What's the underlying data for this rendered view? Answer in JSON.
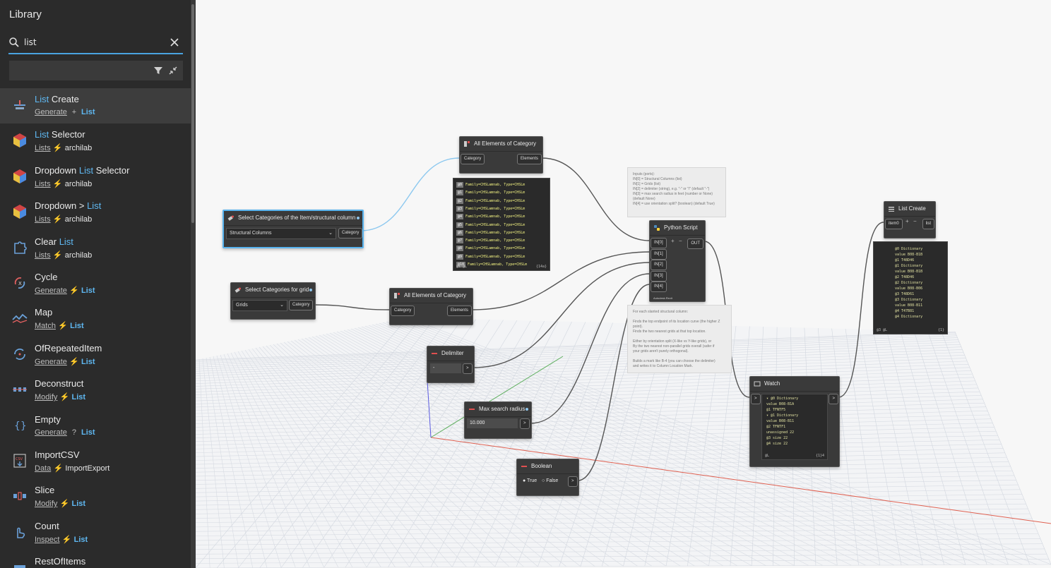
{
  "library": {
    "title": "Library",
    "search": {
      "value": "list"
    },
    "items": [
      {
        "name_hl": "List",
        "name_rest": " Create",
        "name_pre": "",
        "category": "Generate",
        "sep": "+",
        "sub": "List",
        "sub_hl": true,
        "icon": "list-create-icon",
        "selected": true
      },
      {
        "name_hl": "List",
        "name_rest": " Selector",
        "name_pre": "",
        "category": "Lists",
        "sep": "⚡",
        "sub": "archilab",
        "sub_hl": false,
        "icon": "package-cube-icon"
      },
      {
        "name_pre": "Dropdown ",
        "name_hl": "List",
        "name_rest": " Selector",
        "category": "Lists",
        "sep": "⚡",
        "sub": "archilab",
        "sub_hl": false,
        "icon": "package-cube-icon"
      },
      {
        "name_pre": "Dropdown > ",
        "name_hl": "List",
        "name_rest": "",
        "category": "Lists",
        "sep": "⚡",
        "sub": "archilab",
        "sub_hl": false,
        "icon": "package-cube-icon"
      },
      {
        "name_pre": "Clear ",
        "name_hl": "List",
        "name_rest": "",
        "category": "Lists",
        "sep": "⚡",
        "sub": "archilab",
        "sub_hl": false,
        "icon": "puzzle-icon"
      },
      {
        "name_pre": "Cycle",
        "name_hl": "",
        "name_rest": "",
        "category": "Generate",
        "sep": "⚡",
        "sub": "List",
        "sub_hl": true,
        "icon": "cycle-icon"
      },
      {
        "name_pre": "Map",
        "name_hl": "",
        "name_rest": "",
        "category": "Match",
        "sep": "⚡",
        "sub": "List",
        "sub_hl": true,
        "icon": "map-icon"
      },
      {
        "name_pre": "OfRepeatedItem",
        "name_hl": "",
        "name_rest": "",
        "category": "Generate",
        "sep": "⚡",
        "sub": "List",
        "sub_hl": true,
        "icon": "repeat-icon"
      },
      {
        "name_pre": "Deconstruct",
        "name_hl": "",
        "name_rest": "",
        "category": "Modify",
        "sep": "⚡",
        "sub": "List",
        "sub_hl": true,
        "icon": "deconstruct-icon"
      },
      {
        "name_pre": "Empty",
        "name_hl": "",
        "name_rest": "",
        "category": "Generate",
        "sep": "?",
        "sub": "List",
        "sub_hl": true,
        "icon": "empty-braces-icon"
      },
      {
        "name_pre": "ImportCSV",
        "name_hl": "",
        "name_rest": "",
        "category": "Data",
        "sep": "⚡",
        "sub": "ImportExport",
        "sub_hl": false,
        "icon": "csv-icon"
      },
      {
        "name_pre": "Slice",
        "name_hl": "",
        "name_rest": "",
        "category": "Modify",
        "sep": "⚡",
        "sub": "List",
        "sub_hl": true,
        "icon": "slice-icon"
      },
      {
        "name_pre": "Count",
        "name_hl": "",
        "name_rest": "",
        "category": "Inspect",
        "sep": "⚡",
        "sub": "List",
        "sub_hl": true,
        "icon": "count-hand-icon"
      },
      {
        "name_pre": "RestOfItems",
        "name_hl": "",
        "name_rest": "",
        "category": "",
        "sep": "",
        "sub": "",
        "sub_hl": false,
        "icon": "rest-icon"
      }
    ]
  },
  "nodes": {
    "sel_cat_items": {
      "title": "Select Categories of the Item/structural column",
      "value": "Structural Columns",
      "out": "Category"
    },
    "sel_cat_grids": {
      "title": "Select Categories for grid",
      "value": "Grids",
      "out": "Category"
    },
    "all_elem_1": {
      "title": "All Elements of Category",
      "in": "Category",
      "out": "Elements"
    },
    "all_elem_2": {
      "title": "All Elements of Category",
      "in": "Category",
      "out": "Elements"
    },
    "delimiter": {
      "title": "Delimiter",
      "value": "-",
      "out": ">"
    },
    "max_radius": {
      "title": "Max search radius",
      "value": "10.000",
      "out": ">"
    },
    "boolean": {
      "title": "Boolean",
      "true_label": "True",
      "false_label": "False",
      "out": ">"
    },
    "python": {
      "title": "Python Script",
      "inputs": [
        "IN[0]",
        "IN[1]",
        "IN[2]",
        "IN[3]",
        "IN[4]"
      ],
      "out": "OUT",
      "plus": "+",
      "minus": "−",
      "footer": "Autodesk.Revit"
    },
    "watch": {
      "title": "Watch",
      "in": ">",
      "out": ">"
    },
    "list_create": {
      "title": "List Create",
      "in": "item0",
      "out": "list",
      "plus": "+",
      "minus": "−"
    }
  },
  "preview_elements": {
    "rows": [
      {
        "idx": "@0",
        "val": "Family=CHSLamnab, Type=CHSLm"
      },
      {
        "idx": "@1",
        "val": "Family=CHSLamnab, Type=CHSLm"
      },
      {
        "idx": "@2",
        "val": "Family=CHSLamnab, Type=CHSLm"
      },
      {
        "idx": "@3",
        "val": "Family=CHSLamnab, Type=CHSLm"
      },
      {
        "idx": "@4",
        "val": "Family=CHSLamnab, Type=CHSLm"
      },
      {
        "idx": "@5",
        "val": "Family=CHSLamnab, Type=CHSLm"
      },
      {
        "idx": "@6",
        "val": "Family=CHSLamnab, Type=CHSLm"
      },
      {
        "idx": "@7",
        "val": "Family=CHSLamnab, Type=CHSLm"
      },
      {
        "idx": "@8",
        "val": "Family=CHSLamnab, Type=CHSLm"
      },
      {
        "idx": "@9",
        "val": "Family=CHSLamnab, Type=CHSLm"
      },
      {
        "idx": "@10",
        "val": "Family=CHSLamnab, Type=CHSLm"
      }
    ],
    "footer_left": "@1 @L",
    "footer_right": "{14a}"
  },
  "note_inputs": "Inputs (ports):\nIN[0] = Structural Columns (list)\nIN[1] = Grids (list)\nIN[2] = delimiter (string), e.g. \"-\" or \"/\" (default \"-\")\nIN[3] = max search radius in feet (number or None)\n(default None)\nIN[4] = use orientation split? (boolean) (default True)",
  "note_desc": "For each slanted structural column:\n\nFinds the top endpoint of its location curve (the higher Z point).\nFinds the two nearest grids at that top location.\n\nEither by orientation split (X-like vs Y-like grids), or\nBy the two nearest non-parallel grids overall (safer if\nyour grids aren't purely orthogonal).\n\nBuilds a mark like B-4 (you can choose the delimiter)\nand writes it to Column Location Mark.",
  "watch_tree": {
    "rows": [
      "▾ @0 Dictionary",
      "  value  B08-B1A",
      "  @1  TFNTF5",
      "▾ @1 Dictionary",
      "  value  B08-B11",
      "  @2  TFNTF1",
      "  unassigned  22",
      "  @3 size  22",
      "  @4 size  22"
    ],
    "footer_left": "@L",
    "footer_right": "{1}4"
  },
  "list_tree": {
    "rows": [
      "@0 Dictionary",
      "value  B08-B1B",
      "@1  T48D46",
      "@1 Dictionary",
      "value  B08-B1B",
      "@2  T48D46",
      "@2 Dictionary",
      "value  B08-B06",
      "@3  T48D61",
      "@3 Dictionary",
      "value  B08-B11",
      "@4  T47B81",
      "@4 Dictionary"
    ],
    "footer_left": "@3 @L",
    "footer_right": "{1}"
  }
}
